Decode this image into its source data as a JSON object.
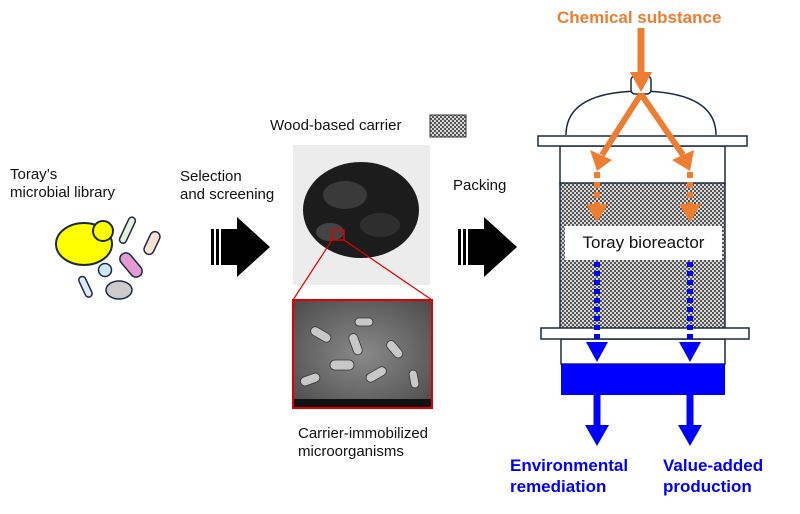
{
  "labels": {
    "library": "Toray’s\nmicrobial library",
    "library_l1": "Toray’s",
    "library_l2": "microbial library",
    "selection_l1": "Selection",
    "selection_l2": "and screening",
    "carrier_legend": "Wood-based carrier",
    "packing": "Packing",
    "immobilized_l1": "Carrier-immobilized",
    "immobilized_l2": "microorganisms",
    "chemical": "Chemical substance",
    "bioreactor": "Toray bioreactor",
    "env_l1": "Environmental",
    "env_l2": "remediation",
    "value_l1": "Value-added",
    "value_l2": "production"
  },
  "colors": {
    "orange": "#ED7D31",
    "blue": "#0000FF",
    "red": "#E00000"
  }
}
